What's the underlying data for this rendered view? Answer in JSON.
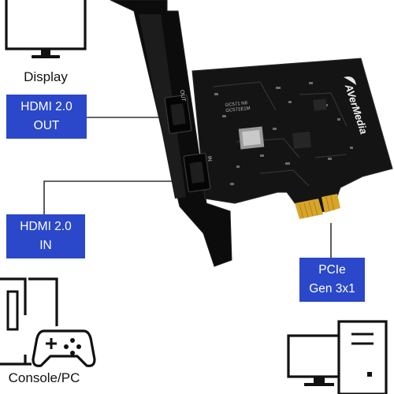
{
  "labels": {
    "display": "Display",
    "hdmi_out_line1": "HDMI 2.0",
    "hdmi_out_line2": "OUT",
    "hdmi_in_line1": "HDMI 2.0",
    "hdmi_in_line2": "IN",
    "pcie_line1": "PCIe",
    "pcie_line2": "Gen 3x1",
    "console_pc": "Console/PC"
  },
  "card": {
    "brand": "AVerMedia",
    "port_out": "OUT",
    "port_in": "IN",
    "chip_text": "GC571 N8\nGC571E1M"
  },
  "icons": [
    "monitor-icon",
    "console-pc-icon",
    "gamepad-icon",
    "desktop-pc-icon"
  ],
  "colors": {
    "accent_box": "#2a48c9",
    "pcb": "#141414",
    "gold": "#d8a52a"
  }
}
